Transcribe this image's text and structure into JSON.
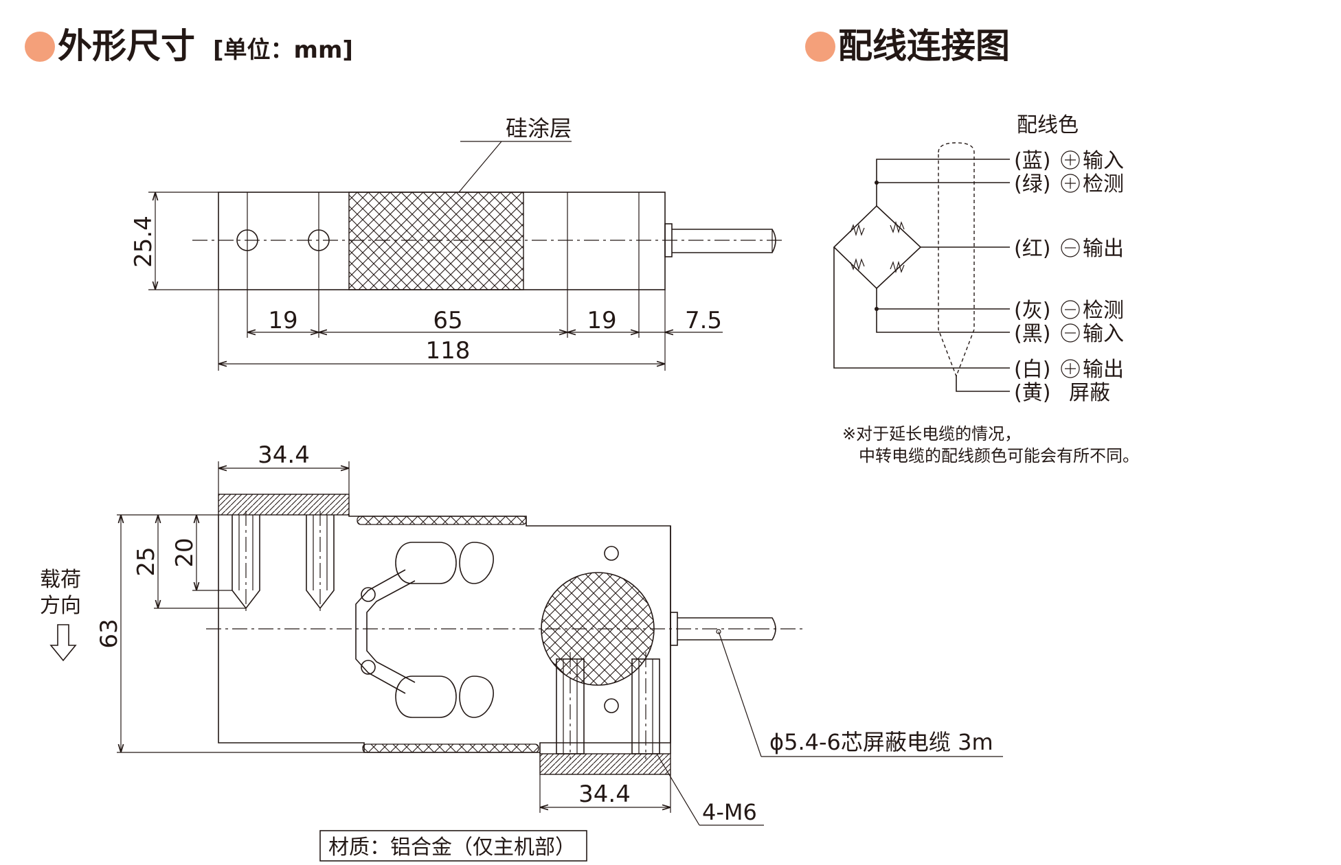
{
  "headers": {
    "dimensions_title": "外形尺寸",
    "dimensions_unit": "[单位：mm]",
    "wiring_title": "配线连接图",
    "bullet_color": "#f4a07a"
  },
  "top_view": {
    "coating_label": "硅涂层",
    "height_dim": "25.4",
    "dims": [
      "19",
      "65",
      "19",
      "7.5"
    ],
    "total_length": "118"
  },
  "side_view": {
    "top_width": "34.4",
    "bottom_width": "34.4",
    "height_63": "63",
    "height_25": "25",
    "height_20": "20",
    "load_label_line1": "载荷",
    "load_label_line2": "方向",
    "cable_label": "ϕ5.4-6芯屏蔽电缆 3m",
    "thread_label": "4-M6",
    "material_label": "材质：铝合金（仅主机部）"
  },
  "wiring": {
    "header": "配线色",
    "rows": [
      {
        "color": "(蓝)",
        "sign": "+",
        "name": "输入"
      },
      {
        "color": "(绿)",
        "sign": "+",
        "name": "检测"
      },
      {
        "color": "(红)",
        "sign": "−",
        "name": "输出"
      },
      {
        "color": "(灰)",
        "sign": "−",
        "name": "检测"
      },
      {
        "color": "(黑)",
        "sign": "−",
        "name": "输入"
      },
      {
        "color": "(白)",
        "sign": "+",
        "name": "输出"
      },
      {
        "color": "(黄)",
        "sign": "",
        "name": "屏蔽"
      }
    ],
    "note_line1": "※对于延长电缆的情况，",
    "note_line2": "中转电缆的配线颜色可能会有所不同。"
  }
}
